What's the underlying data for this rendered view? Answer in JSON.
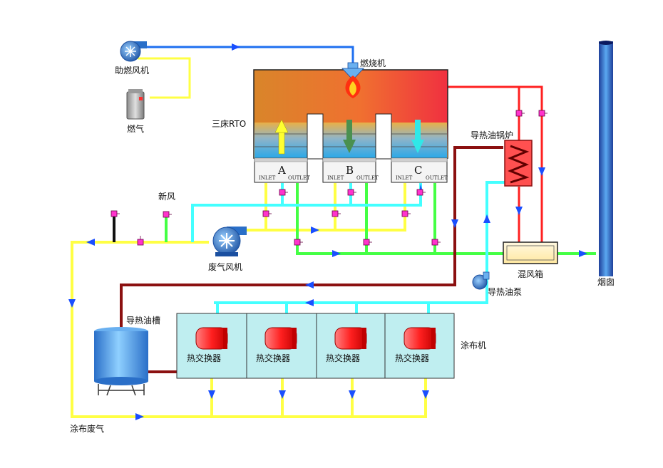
{
  "labels": {
    "combustion_fan": "助燃风机",
    "burner": "燃烧机",
    "gas": "燃气",
    "rto": "三床RTO",
    "bed_a": "A",
    "bed_b": "B",
    "bed_c": "C",
    "inlet": "INLET",
    "outlet": "OUTLET",
    "fresh_air": "新风",
    "exhaust_fan": "废气风机",
    "oil_boiler": "导热油锅炉",
    "mixing_box": "混风箱",
    "chimney": "烟囱",
    "oil_pump": "导热油泵",
    "oil_tank": "导热油槽",
    "heat_exchanger": "热交换器",
    "coater": "涂布机",
    "coating_exhaust": "涂布废气"
  },
  "colors": {
    "flue_gas_air": "#1e6ff0",
    "fuel_gas": "#ffff44",
    "fresh_air": "#44ff44",
    "exhaust": "#44ffff",
    "hot_line": "#ff2020",
    "thermal_oil": "#8b1010",
    "valve": "#ff33cc",
    "flow_arrow": "#1a4fff"
  }
}
